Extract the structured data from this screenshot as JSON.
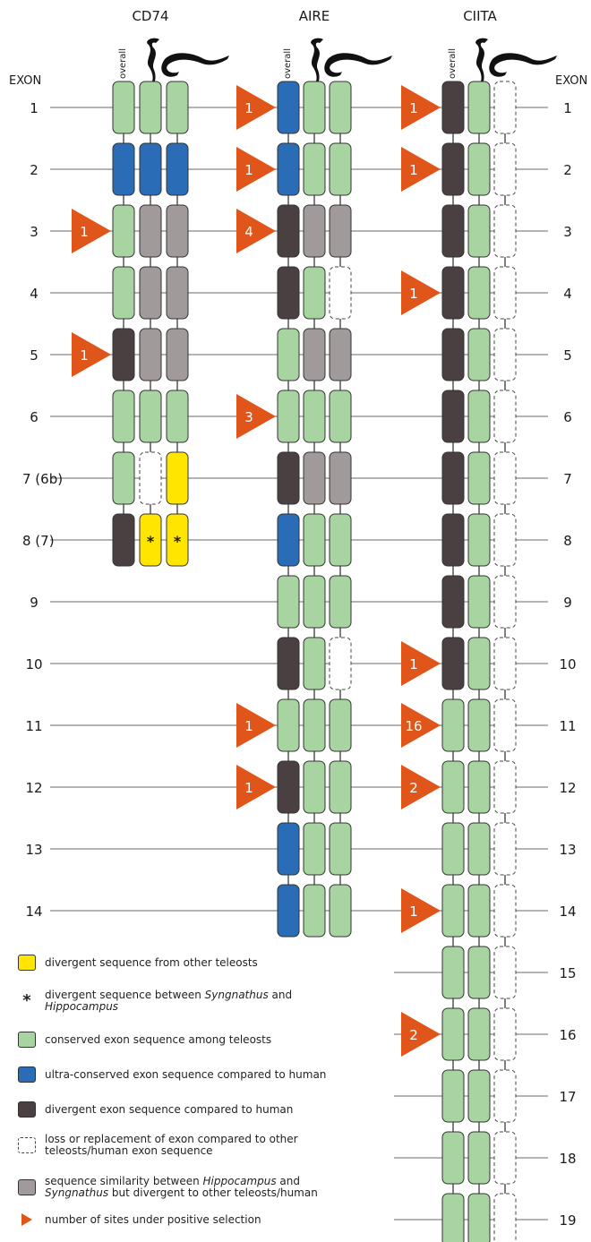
{
  "genes": [
    {
      "name": "CD74",
      "column_label": "overall",
      "rows": [
        {
          "exon": 1,
          "label": "1",
          "cells": [
            "green",
            "green",
            "green"
          ]
        },
        {
          "exon": 2,
          "label": "2",
          "cells": [
            "blue",
            "blue",
            "blue"
          ]
        },
        {
          "exon": 3,
          "label": "3",
          "cells": [
            "green",
            "grey",
            "grey"
          ],
          "sites": "1"
        },
        {
          "exon": 4,
          "label": "4",
          "cells": [
            "green",
            "grey",
            "grey"
          ]
        },
        {
          "exon": 5,
          "label": "5",
          "cells": [
            "dark",
            "grey",
            "grey"
          ],
          "sites": "1"
        },
        {
          "exon": 6,
          "label": "6",
          "cells": [
            "green",
            "green",
            "green"
          ]
        },
        {
          "exon": 7,
          "label": "7 (6b)",
          "cells": [
            "green",
            "empty",
            "yellow"
          ]
        },
        {
          "exon": 8,
          "label": "8 (7)",
          "cells": [
            "dark",
            "yellow*",
            "yellow*"
          ]
        }
      ]
    },
    {
      "name": "AIRE",
      "column_label": "overall",
      "rows": [
        {
          "exon": 1,
          "cells": [
            "blue",
            "green",
            "green"
          ],
          "sites": "1"
        },
        {
          "exon": 2,
          "cells": [
            "blue",
            "green",
            "green"
          ],
          "sites": "1"
        },
        {
          "exon": 3,
          "cells": [
            "dark",
            "grey",
            "grey"
          ],
          "sites": "4"
        },
        {
          "exon": 4,
          "cells": [
            "dark",
            "green",
            "empty"
          ]
        },
        {
          "exon": 5,
          "cells": [
            "green",
            "grey",
            "grey"
          ]
        },
        {
          "exon": 6,
          "cells": [
            "green",
            "green",
            "green"
          ],
          "sites": "3"
        },
        {
          "exon": 7,
          "cells": [
            "dark",
            "grey",
            "grey"
          ]
        },
        {
          "exon": 8,
          "cells": [
            "blue",
            "green",
            "green"
          ]
        },
        {
          "exon": 9,
          "cells": [
            "green",
            "green",
            "green"
          ]
        },
        {
          "exon": 10,
          "cells": [
            "dark",
            "green",
            "empty"
          ]
        },
        {
          "exon": 11,
          "cells": [
            "green",
            "green",
            "green"
          ],
          "sites": "1"
        },
        {
          "exon": 12,
          "cells": [
            "dark",
            "green",
            "green"
          ],
          "sites": "1"
        },
        {
          "exon": 13,
          "cells": [
            "blue",
            "green",
            "green"
          ]
        },
        {
          "exon": 14,
          "cells": [
            "blue",
            "green",
            "green"
          ]
        }
      ]
    },
    {
      "name": "CIITA",
      "column_label": "overall",
      "rows": [
        {
          "exon": 1,
          "cells": [
            "dark",
            "green",
            "empty"
          ],
          "sites": "1"
        },
        {
          "exon": 2,
          "cells": [
            "dark",
            "green",
            "empty"
          ],
          "sites": "1"
        },
        {
          "exon": 3,
          "cells": [
            "dark",
            "green",
            "empty"
          ]
        },
        {
          "exon": 4,
          "cells": [
            "dark",
            "green",
            "empty"
          ],
          "sites": "1"
        },
        {
          "exon": 5,
          "cells": [
            "dark",
            "green",
            "empty"
          ]
        },
        {
          "exon": 6,
          "cells": [
            "dark",
            "green",
            "empty"
          ]
        },
        {
          "exon": 7,
          "cells": [
            "dark",
            "green",
            "empty"
          ]
        },
        {
          "exon": 8,
          "cells": [
            "dark",
            "green",
            "empty"
          ]
        },
        {
          "exon": 9,
          "cells": [
            "dark",
            "green",
            "empty"
          ]
        },
        {
          "exon": 10,
          "cells": [
            "dark",
            "green",
            "empty"
          ],
          "sites": "1"
        },
        {
          "exon": 11,
          "cells": [
            "green",
            "green",
            "empty"
          ],
          "sites": "16"
        },
        {
          "exon": 12,
          "cells": [
            "green",
            "green",
            "empty"
          ],
          "sites": "2"
        },
        {
          "exon": 13,
          "cells": [
            "green",
            "green",
            "empty"
          ]
        },
        {
          "exon": 14,
          "cells": [
            "green",
            "green",
            "empty"
          ],
          "sites": "1"
        },
        {
          "exon": 15,
          "cells": [
            "green",
            "green",
            "empty"
          ]
        },
        {
          "exon": 16,
          "cells": [
            "green",
            "green",
            "empty"
          ],
          "sites": "2"
        },
        {
          "exon": 17,
          "cells": [
            "green",
            "green",
            "empty"
          ]
        },
        {
          "exon": 18,
          "cells": [
            "green",
            "green",
            "empty"
          ]
        },
        {
          "exon": 19,
          "cells": [
            "green",
            "green",
            "empty"
          ]
        }
      ]
    }
  ],
  "exon_header": "EXON",
  "left_exon_labels": [
    "1",
    "2",
    "3",
    "4",
    "5",
    "6",
    "7 (6b)",
    "8 (7)",
    "9",
    "10",
    "11",
    "12",
    "13",
    "14"
  ],
  "right_exon_labels": [
    "1",
    "2",
    "3",
    "4",
    "5",
    "6",
    "7",
    "8",
    "9",
    "10",
    "11",
    "12",
    "13",
    "14",
    "15",
    "16",
    "17",
    "18",
    "19"
  ],
  "colors": {
    "green": "#a7d4a0",
    "blue": "#2a6cb6",
    "dark": "#4a4042",
    "grey": "#a09a9a",
    "yellow": "#ffe600",
    "triangle": "#e0561a"
  },
  "icons": [
    "seahorse-icon",
    "pipefish-icon"
  ],
  "legend": {
    "yellow": "divergent sequence from other teleosts",
    "star_pre": "divergent sequence between ",
    "star_i1": "Syngnathus",
    "star_mid": " and",
    "star_i2": "Hippocampus",
    "green": "conserved exon sequence among teleosts",
    "blue": "ultra-conserved exon sequence compared to human",
    "dark": "divergent exon sequence compared to human",
    "dashed_1": "loss or replacement of exon compared to other",
    "dashed_2": "teleosts/human exon sequence",
    "grey_pre": "sequence similarity between ",
    "grey_i1": "Hippocampus",
    "grey_mid": " and",
    "grey_i2": "Syngnathus",
    "grey_post": " but divergent to other teleosts/human",
    "triangle": "number of sites under positive selection"
  }
}
